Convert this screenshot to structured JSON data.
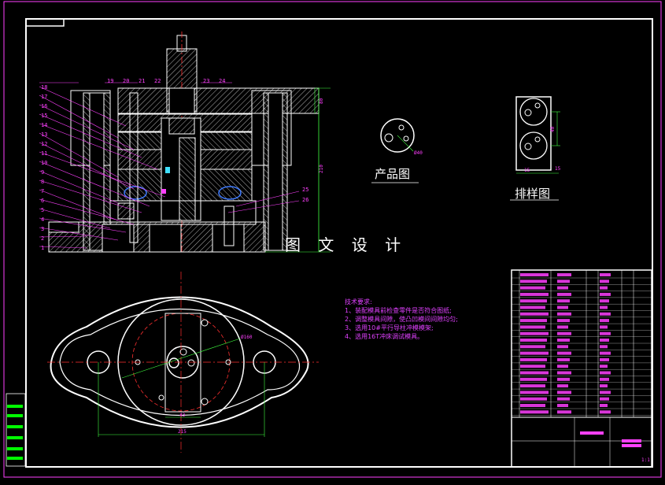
{
  "watermark": "图 文 设 计",
  "views": {
    "product_label": "产品图",
    "layout_label": "排样图"
  },
  "tech_notes": {
    "title": "技术要求:",
    "items": [
      "1、装配模具前检查零件是否符合图纸;",
      "2、调整模具间隙，使凸凹模间间隙均匀;",
      "3、选用10#平行导柱冲模模架;",
      "4、选用16T冲床调试模具。"
    ]
  },
  "part_numbers_left": [
    "18",
    "17",
    "16",
    "15",
    "14",
    "13",
    "12",
    "11",
    "10",
    "9",
    "8",
    "7",
    "6",
    "5",
    "4",
    "3",
    "2",
    "1"
  ],
  "part_numbers_top": [
    "19",
    "20",
    "21",
    "22",
    "23",
    "24"
  ],
  "part_numbers_right": [
    "25",
    "26"
  ],
  "dimensions": {
    "height": "210",
    "top": "80",
    "plan_diameter": "Ø160",
    "plan_width": "215",
    "plan_small": "43",
    "layout_a": "15",
    "layout_b": "15",
    "layout_c": "40",
    "product_d": "Ø40"
  },
  "colors": {
    "frame": "#ffffff",
    "hatch": "#ffffff",
    "dimension": "#ff40ff",
    "centerline": "#ff3030",
    "extension": "#40ff40",
    "table_text": "#ff40ff",
    "table_green": "#00ff00"
  },
  "title_block": {
    "scale": "1:1"
  }
}
